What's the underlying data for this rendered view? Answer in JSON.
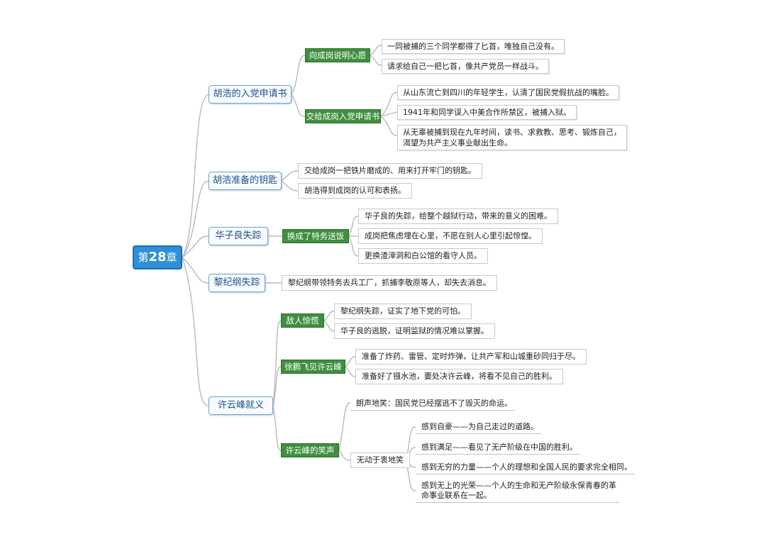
{
  "root": {
    "prefix": "第",
    "num": "28",
    "suffix": "章"
  },
  "b1": {
    "label": "胡浩的入党申请书",
    "s1": {
      "label": "向成岗说明心愿",
      "items": [
        "一同被捕的三个同学都得了匕首，唯独自己没有。",
        "请求给自己一把匕首，像共产党员一样战斗。"
      ]
    },
    "s2": {
      "label": "交给成岗入党申请书",
      "items": [
        "从山东流亡到四川的年轻学生，认清了国民党假抗战的嘴脸。",
        "1941年和同学误入中美合作所禁区，被捕入狱。",
        "从无辜被捕到现在九年时间，读书、求救教、思考、锻炼自己，",
        "渴望为共产主义事业献出生命。"
      ]
    }
  },
  "b2": {
    "label": "胡浩准备的钥匙",
    "items": [
      "交给成岗一把铁片磨成的、用来打开牢门的钥匙。",
      "胡浩得到成岗的认可和表扬。"
    ]
  },
  "b3": {
    "label": "华子良失踪",
    "s1": {
      "label": "换成了特务送饭",
      "items": [
        "华子良的失踪，给整个越狱行动，带来的意义的困难。",
        "成岗把焦虑埋在心里，不愿在别人心里引起惊惶。",
        "更换渣滓洞和白公馆的看守人员。"
      ]
    }
  },
  "b4": {
    "label": "黎纪纲失踪",
    "items": [
      "黎纪纲带领特务去兵工厂，抓捕李敬原等人，却失去消息。"
    ]
  },
  "b5": {
    "label": "许云峰就义",
    "s1": {
      "label": "敌人惊慌",
      "items": [
        "黎纪纲失踪，证实了地下党的可怕。",
        "华子良的逃脱，证明监狱的情况难以掌握。"
      ]
    },
    "s2": {
      "label": "徐鹏飞见许云峰",
      "items": [
        "准备了炸药、雷管、定时炸弹，让共产军和山城重砂同归于尽。",
        "准备好了镪水池，要处决许云峰，将看不见自己的胜利。"
      ]
    },
    "s3": {
      "label": "许云峰的笑声",
      "laugh1": "朗声地笑：国民党已经摆逃不了毁灭的命运。",
      "laugh2": {
        "label": "无动于衷地笑",
        "items": [
          "感到自豪——为自己走过的道路。",
          "感到满足——看见了无产阶级在中国的胜利。",
          "感到无穷的力量——个人的理想和全国人民的要求完全相同。",
          "感到无上的光荣——个人的生命和无产阶级永保青春的革",
          "命事业联系在一起。"
        ]
      }
    }
  }
}
